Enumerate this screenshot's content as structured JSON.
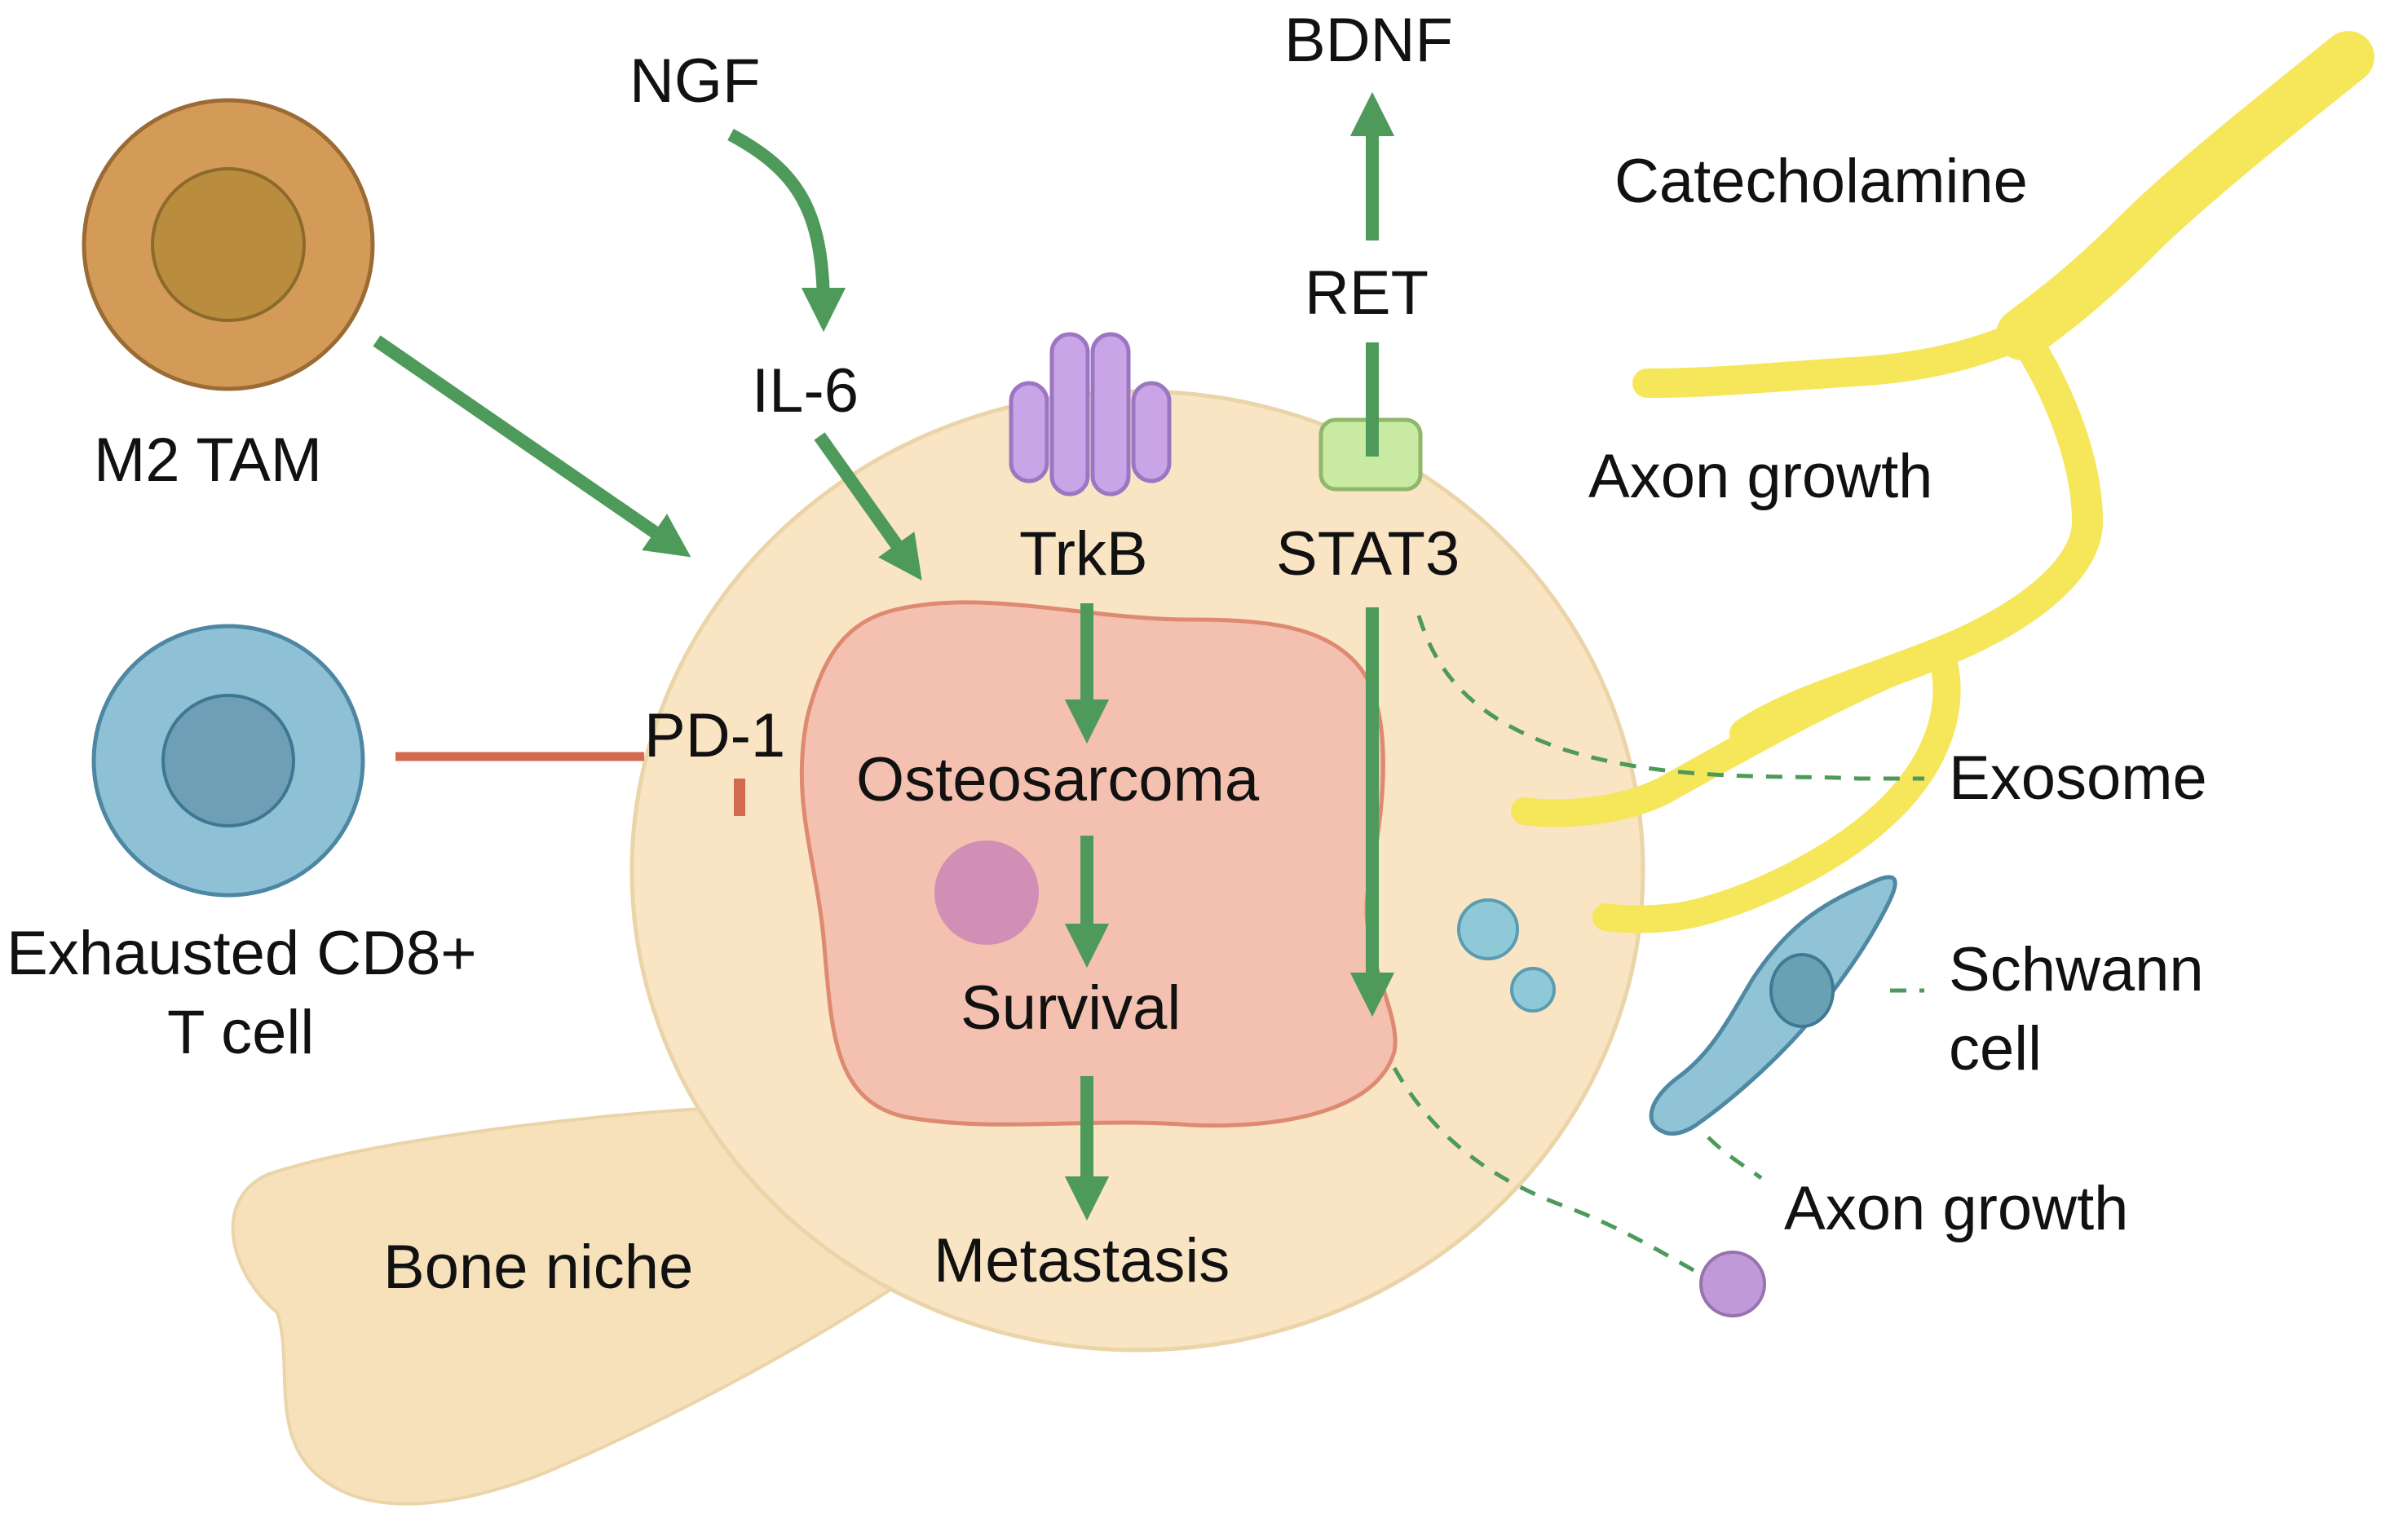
{
  "labels": {
    "ngf": "NGF",
    "il6": "IL-6",
    "bdnf": "BDNF",
    "ret": "RET",
    "catecholamine": "Catecholamine",
    "axon_growth_top": "Axon growth",
    "m2_tam": "M2 TAM",
    "trkb": "TrkB",
    "stat3": "STAT3",
    "pd1": "PD-1",
    "osteosarcoma": "Osteosarcoma",
    "survival": "Survival",
    "metastasis": "Metastasis",
    "exhausted_line1": "Exhausted CD8+",
    "exhausted_line2": "T cell",
    "bone_niche": "Bone niche",
    "exosome": "Exosome",
    "schwann_line1": "Schwann",
    "schwann_line2": "cell",
    "axon_growth_bottom": "Axon growth"
  },
  "colors": {
    "arrow_green": "#4e9a5a",
    "cell_beige": "#f9e4c4",
    "nucleus_pink": "#f4c0b0",
    "nerve_yellow": "#f6e65a",
    "macrophage_brown": "#d39b57",
    "tcell_blue": "#8fc1d6",
    "receptor_purple": "#c9a4e6",
    "inhibit_red": "#d36a4f",
    "ret_green": "#c9eaa3"
  }
}
